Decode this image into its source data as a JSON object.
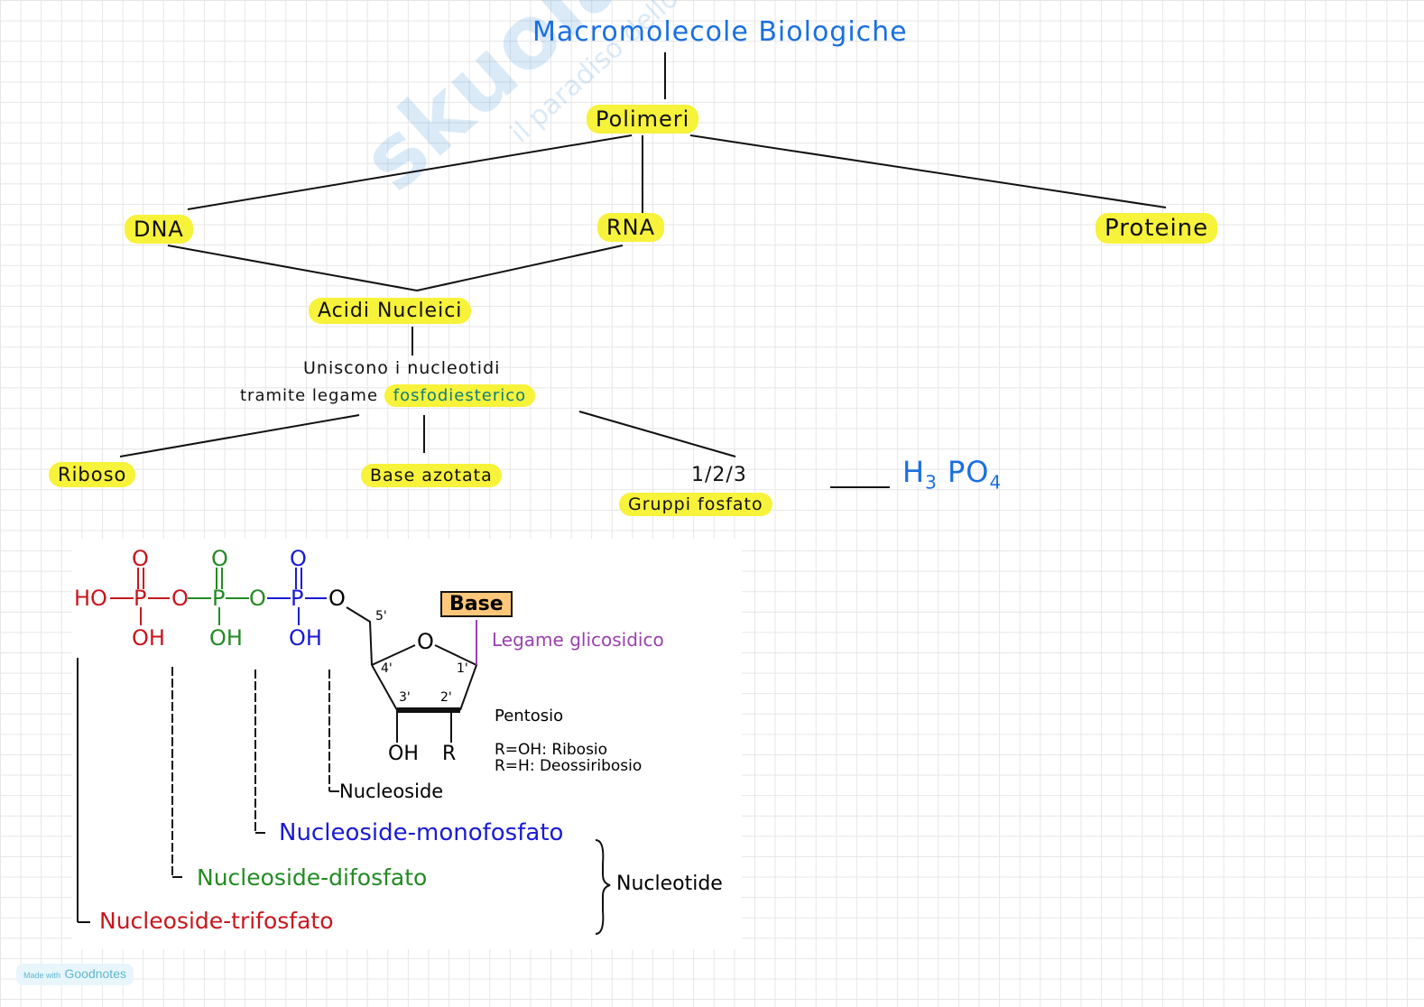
{
  "title": "Macromolecole Biologiche",
  "nodes": {
    "polimeri": "Polimeri",
    "dna": "DNA",
    "rna": "RNA",
    "proteine": "Proteine",
    "acidi_nucleici": "Acidi Nucleici",
    "link_line1": "Uniscono i nucleotidi",
    "link_line2_prefix": "tramite legame",
    "link_line2_highlight": "fosfodiesterico",
    "riboso": "Riboso",
    "base_azotata": "Base azotata",
    "gruppi_count": "1/2/3",
    "gruppi_fosfato": "Gruppi fosfato",
    "formula_h": "H",
    "formula_3": "3",
    "formula_po": "PO",
    "formula_4": "4"
  },
  "molecule": {
    "o": "O",
    "ho": "HO",
    "p": "P",
    "oh": "OH",
    "base": "Base",
    "legame": "Legame glicosidico",
    "pos5": "5'",
    "pos4": "4'",
    "pos3": "3'",
    "pos2": "2'",
    "pos1": "1'",
    "pentosio": "Pentosio",
    "r": "R",
    "ribosio": "R=OH: Ribosio",
    "deossiribosio": "R=H: Deossiribosio",
    "nucleoside": "Nucleoside",
    "monofosfato": "Nucleoside-monofosfato",
    "difosfato": "Nucleoside-difosfato",
    "trifosfato": "Nucleoside-trifosfato",
    "nucleotide": "Nucleotide"
  },
  "watermark": {
    "brand": "skuola.net",
    "tagline": "il paradiso dello studente"
  },
  "footer": {
    "made_with": "Made with",
    "brand": "Goodnotes"
  }
}
